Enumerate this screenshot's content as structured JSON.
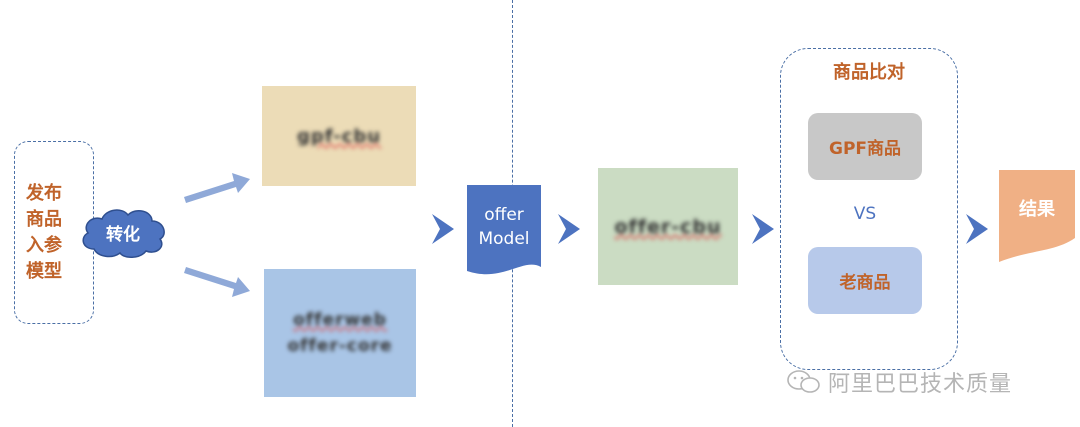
{
  "publish_box": {
    "label": "发布\n商品\n入参\n模型"
  },
  "transform_cloud": {
    "label": "转化"
  },
  "left_top_box": {
    "label": "gpf-cbu",
    "color": "#ecdcb7"
  },
  "left_bottom_box": {
    "lines": [
      "offerweb",
      "offer-core"
    ],
    "color": "#a9c5e6"
  },
  "offer_model": {
    "label": "offer\nModel",
    "color": "#4d73c0"
  },
  "mid_box": {
    "label": "offer-cbu",
    "color": "#cbdcc3"
  },
  "compare_group": {
    "title": "商品比对",
    "gpf_label": "GPF商品",
    "vs_label": "VS",
    "old_label": "老商品"
  },
  "result": {
    "label": "结果",
    "color": "#f0b085"
  },
  "watermark": {
    "text": "阿里巴巴技术质量"
  },
  "colors": {
    "arrow": "#4d73c0",
    "arrow_light": "#8fa9d8",
    "dash": "#4a6fa5"
  }
}
